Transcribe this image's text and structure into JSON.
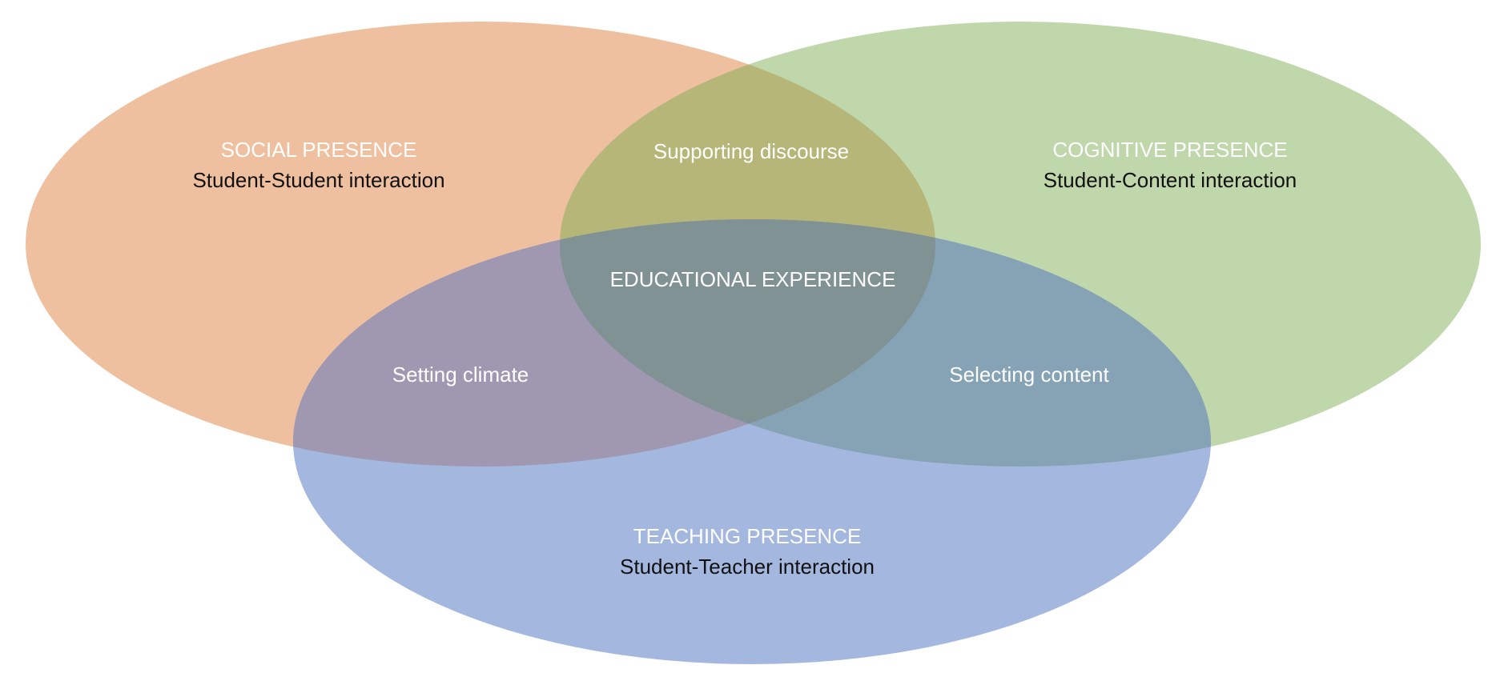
{
  "colors": {
    "social": "#EFC09F",
    "cognitive": "#BFD7AA",
    "teaching": "#A4B7DF",
    "social_cognitive_overlap": "#B7B679",
    "social_teaching_overlap": "#A098B0",
    "cognitive_teaching_overlap": "#85A3B5",
    "center_overlap": "#809294",
    "label_white": "#FFFFFF",
    "label_dark": "#111111"
  },
  "social": {
    "title": "SOCIAL PRESENCE",
    "subtitle": "Student-Student interaction"
  },
  "cognitive": {
    "title": "COGNITIVE PRESENCE",
    "subtitle": "Student-Content interaction"
  },
  "teaching": {
    "title": "TEACHING PRESENCE",
    "subtitle": "Student-Teacher interaction"
  },
  "overlaps": {
    "social_cognitive": "Supporting discourse",
    "social_teaching": "Setting climate",
    "cognitive_teaching": "Selecting content",
    "center": "EDUCATIONAL EXPERIENCE"
  }
}
